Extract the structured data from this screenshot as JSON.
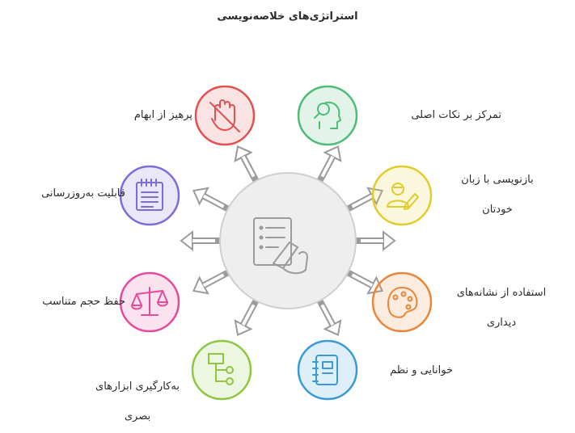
{
  "title": "استراتژی‌های خلاصه‌نویسی",
  "colors": {
    "center_fill": "#eeeeee",
    "center_stroke": "#cfcfcf",
    "arrow": "#9b9b9b",
    "green": "#4dbd74",
    "yellow": "#e2cc2a",
    "orange": "#e8873a",
    "blue": "#3a9ad9",
    "lime": "#8ec63f",
    "pink": "#e64a9b",
    "purple": "#7f6bd9",
    "red": "#e25050"
  },
  "center_icon": "document-writing-icon",
  "items": [
    {
      "id": "focus",
      "label_lines": [
        "تمرکز بر نکات اصلی"
      ],
      "icon": "head-search-icon",
      "color": "green"
    },
    {
      "id": "rewrite",
      "label_lines": [
        "بازنویسی با زبان",
        "خودتان"
      ],
      "icon": "person-pencil-icon",
      "color": "yellow"
    },
    {
      "id": "visual",
      "label_lines": [
        "استفاده از نشانه‌های",
        "دیداری"
      ],
      "icon": "palette-icon",
      "color": "orange"
    },
    {
      "id": "readable",
      "label_lines": [
        "خوانایی و نظم"
      ],
      "icon": "notebook-icon",
      "color": "blue"
    },
    {
      "id": "tools",
      "label_lines": [
        "به‌کارگیری ابزارهای",
        "بصری"
      ],
      "icon": "flowchart-icon",
      "color": "lime"
    },
    {
      "id": "size",
      "label_lines": [
        "حفظ حجم متناسب"
      ],
      "icon": "scale-icon",
      "color": "pink"
    },
    {
      "id": "update",
      "label_lines": [
        "قابلیت به‌روزرسانی"
      ],
      "icon": "notepad-icon",
      "color": "purple"
    },
    {
      "id": "avoid",
      "label_lines": [
        "پرهیز از ابهام"
      ],
      "icon": "hand-stop-icon",
      "color": "red"
    }
  ]
}
